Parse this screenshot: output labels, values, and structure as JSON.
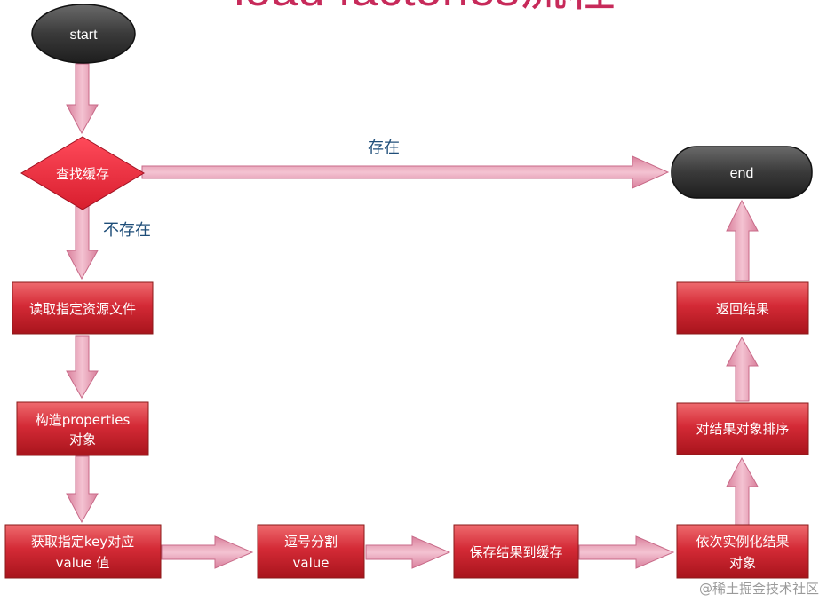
{
  "title": "load factories流程",
  "nodes": {
    "start": "start",
    "end": "end",
    "find_cache": "查找缓存",
    "read_file_line1": "读取指定资源文件",
    "build_props_line1": "构造properties",
    "build_props_line2": "对象",
    "get_value_line1": "获取指定key对应",
    "get_value_line2": "value 值",
    "split_line1": "逗号分割",
    "split_line2": "value",
    "save_cache": "保存结果到缓存",
    "instantiate_line1": "依次实例化结果",
    "instantiate_line2": "对象",
    "sort_results": "对结果对象排序",
    "return_result": "返回结果"
  },
  "edges": {
    "exists": "存在",
    "not_exists": "不存在"
  },
  "watermark": "@稀土掘金技术社区",
  "colors": {
    "box": "#d42a36",
    "box_border": "#8b1a1a",
    "oval": "#3a3a3a",
    "arrow": "#e8a0b4",
    "label": "#1f4e79",
    "title": "#c72a5a"
  }
}
